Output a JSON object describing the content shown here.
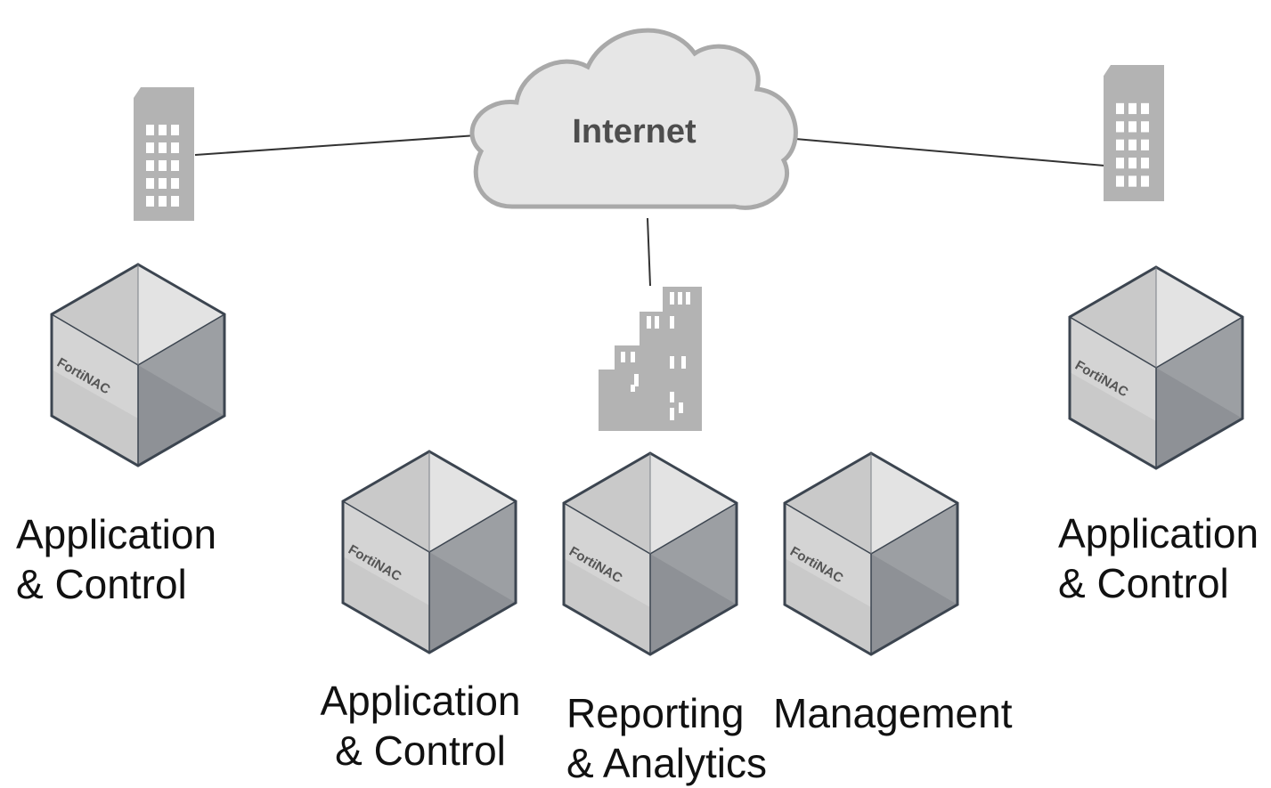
{
  "cloud": {
    "label": "Internet"
  },
  "appliance_brand": "FortiNAC",
  "nodes": {
    "left": {
      "line1": "Application",
      "line2": "& Control"
    },
    "right": {
      "line1": "Application",
      "line2": "& Control"
    },
    "center_app": {
      "line1": "Application",
      "line2": "& Control"
    },
    "center_reporting": {
      "line1": "Reporting",
      "line2": "& Analytics"
    },
    "center_management": {
      "line1": "Management"
    }
  },
  "colors": {
    "building": "#b3b3b3",
    "cloud_fill": "#e6e6e6",
    "cloud_stroke": "#a9a9a9",
    "cube_top_left": "#c8c8c8",
    "cube_top_right": "#e4e4e4",
    "cube_left": "#cfcfcf",
    "cube_right": "#8f9296",
    "cube_edge": "#3c4550",
    "line": "#333333"
  }
}
